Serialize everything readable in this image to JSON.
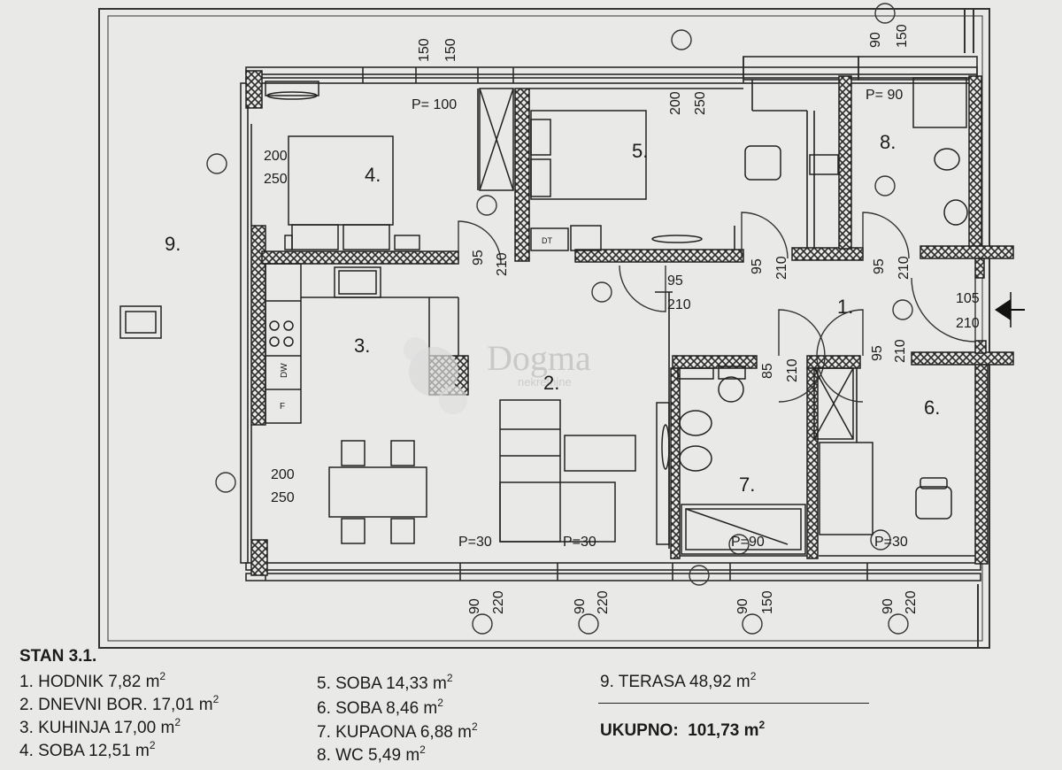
{
  "rooms": {
    "r1": "1.",
    "r2": "2.",
    "r3": "3.",
    "r4": "4.",
    "r5": "5.",
    "r6": "6.",
    "r7": "7.",
    "r8": "8.",
    "r9": "9."
  },
  "parapets": {
    "p100": "P= 100",
    "p90_wc": "P= 90",
    "p30_a": "P=30",
    "p30_b": "P=30",
    "p90_bath": "P=90",
    "p30_c": "P=30"
  },
  "dimensions": {
    "top_150a": "150",
    "top_150b": "150",
    "top_90": "90",
    "top_150c": "150",
    "top_200": "200",
    "top_250": "250",
    "r4_200": "200",
    "r4_250": "250",
    "r3_200": "200",
    "r3_250": "250",
    "d_95_210_a1": "95",
    "d_95_210_a2": "210",
    "d_95_210_b1": "95",
    "d_95_210_b2": "210",
    "d_95_210_c1": "95",
    "d_95_210_c2": "210",
    "d_95_210_d1": "95",
    "d_95_210_d2": "210",
    "d_95_210_e1": "95",
    "d_95_210_e2": "210",
    "d_85_210_1": "85",
    "d_85_210_2": "210",
    "d_105": "105",
    "d_105_210": "210",
    "b_90a": "90",
    "b_220a": "220",
    "b_90b": "90",
    "b_220b": "220",
    "b_90c": "90",
    "b_150c": "150",
    "b_90d": "90",
    "b_220d": "220"
  },
  "appliances": {
    "dishwasher": "DW",
    "fridge": "F",
    "dryer": "DT"
  },
  "watermark": {
    "brand": "Dogma",
    "sub": "nekretnine"
  },
  "legend": {
    "title": "STAN 3.1.",
    "unit": "m",
    "unit_power": "2",
    "col1": [
      "1. HODNIK 7,82",
      "2. DNEVNI BOR. 17,01",
      "3. KUHINJA 17,00",
      "4. SOBA 12,51"
    ],
    "col2": [
      "5. SOBA 14,33",
      "6. SOBA 8,46",
      "7. KUPAONA 6,88",
      "8. WC 5,49"
    ],
    "terrace": "9. TERASA 48,92",
    "total_label": "UKUPNO:",
    "total_value": "101,73"
  },
  "colors": {
    "paper": "#e9e9e7",
    "ink": "#1b1b1b",
    "wall_fill": "#3a3a3a"
  }
}
